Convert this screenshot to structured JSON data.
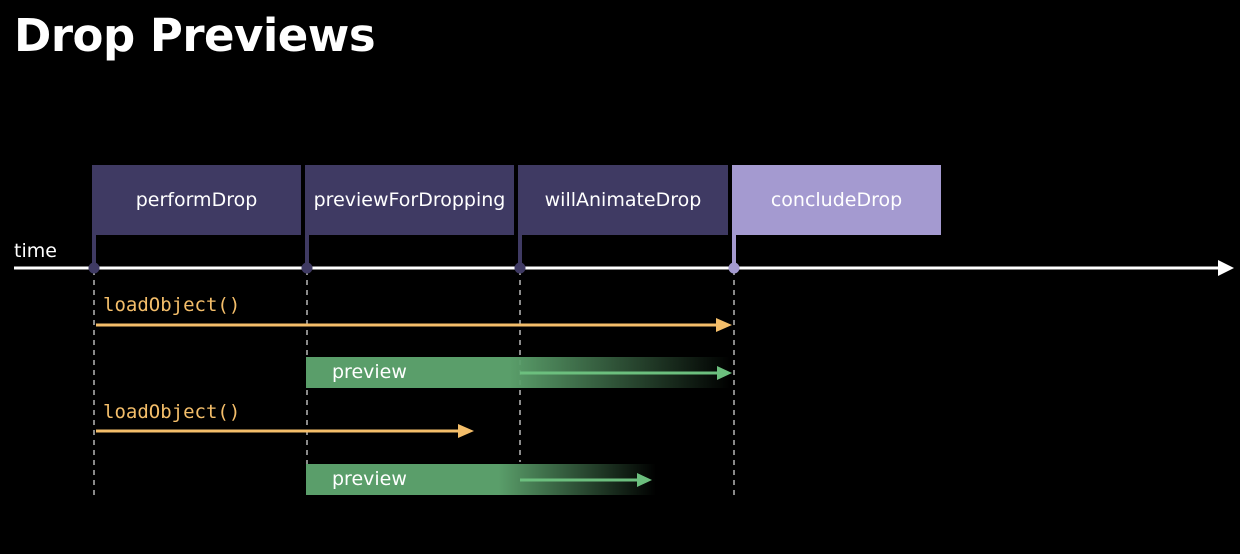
{
  "title": "Drop Previews",
  "axis_label": "time",
  "stages": [
    {
      "label": "performDrop",
      "color": "#3f3a63"
    },
    {
      "label": "previewForDropping",
      "color": "#3f3a63"
    },
    {
      "label": "willAnimateDrop",
      "color": "#3f3a63"
    },
    {
      "label": "concludeDrop",
      "color": "#a49ad0"
    }
  ],
  "load_calls": [
    {
      "label": "loadObject()"
    },
    {
      "label": "loadObject()"
    }
  ],
  "previews": [
    {
      "label": "preview"
    },
    {
      "label": "preview"
    }
  ],
  "colors": {
    "load_arrow": "#f4be6a",
    "preview_bar": "#5a9e6a",
    "timeline": "#ffffff",
    "dashed_guide": "#8a8a8a"
  }
}
